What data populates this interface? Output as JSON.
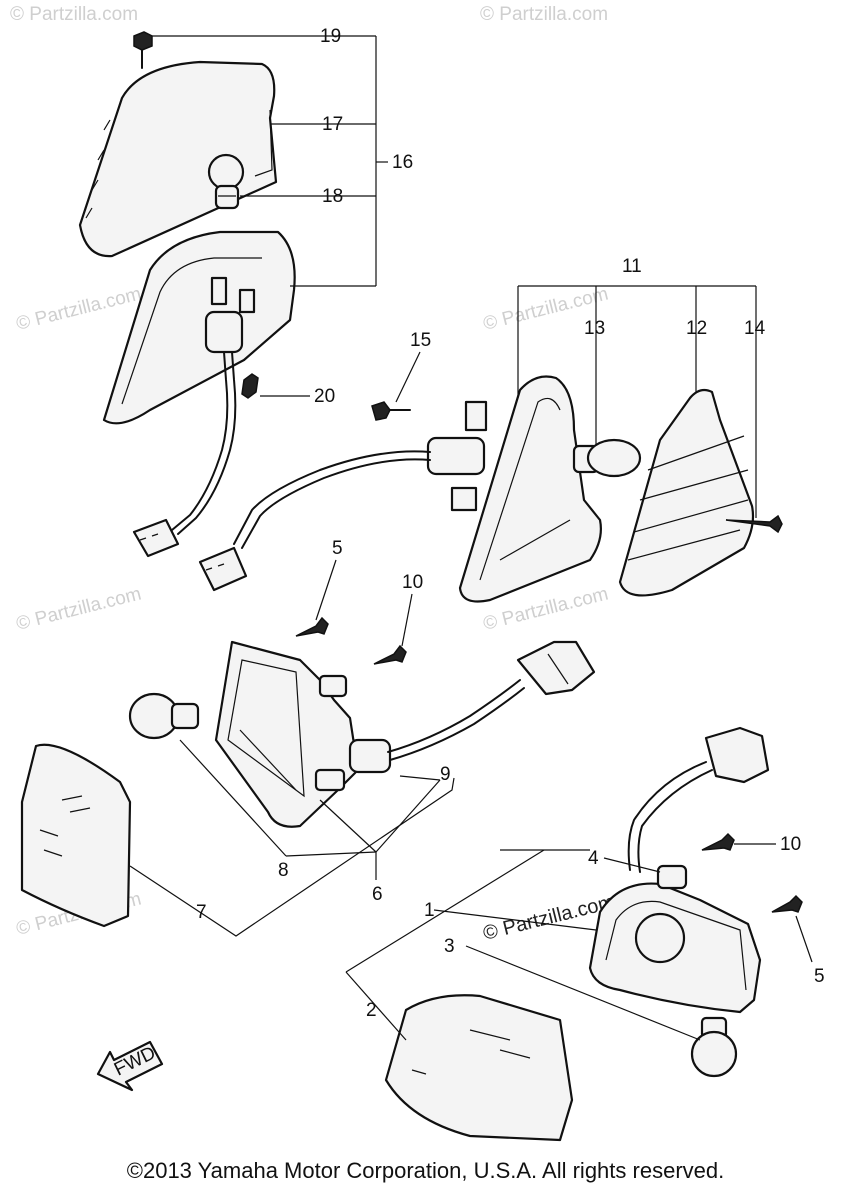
{
  "watermark": "© Partzilla.com",
  "watermark_center": "© Partzilla.com",
  "fwd_label": "FWD",
  "copyright": "©2013 Yamaha Motor Corporation, U.S.A. All rights reserved.",
  "callouts": {
    "c1": "1",
    "c2": "2",
    "c3": "3",
    "c4": "4",
    "c5a": "5",
    "c5b": "5",
    "c6": "6",
    "c7": "7",
    "c8": "8",
    "c9": "9",
    "c10a": "10",
    "c10b": "10",
    "c11": "11",
    "c12": "12",
    "c13": "13",
    "c14": "14",
    "c15": "15",
    "c16": "16",
    "c17": "17",
    "c18": "18",
    "c19": "19",
    "c20": "20"
  }
}
